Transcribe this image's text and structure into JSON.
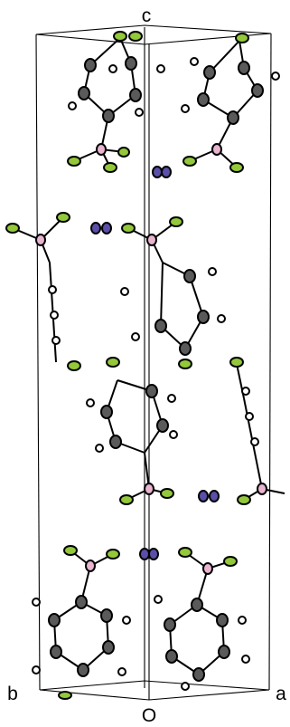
{
  "diagram": {
    "axis_labels": {
      "c": "c",
      "b": "b",
      "a": "a",
      "origin": "O"
    },
    "colors": {
      "background": "#ffffff",
      "cell_line": "#000000",
      "bond": "#000000",
      "carbon_fill": "#5a5a5a",
      "hydrogen_fill": "#ffffff",
      "fluorine_fill": "#93c83a",
      "boron_fill": "#e8b4cf",
      "iodine_fill": "#5a4fa8"
    }
  }
}
